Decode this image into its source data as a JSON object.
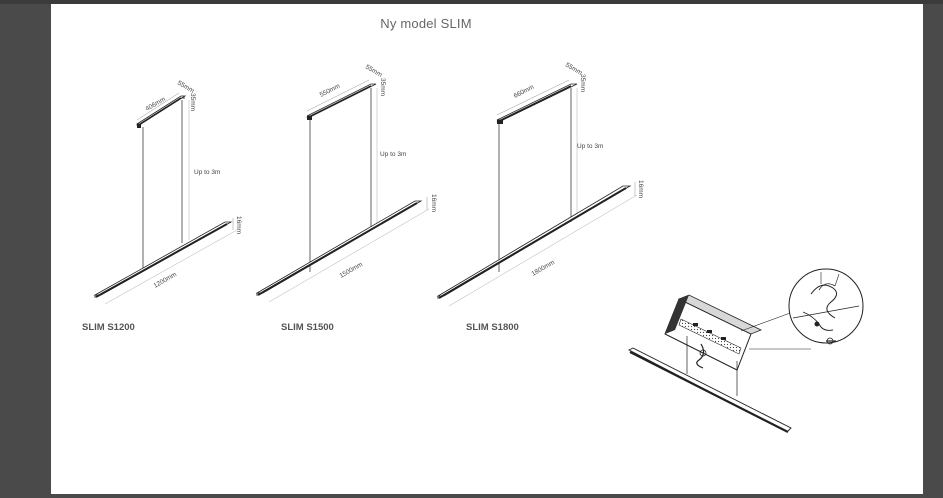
{
  "document": {
    "title": "Ny model  SLIM"
  },
  "fixtures": [
    {
      "model": "SLIM S1200",
      "canopy_length": "406mm",
      "canopy_width": "55mm",
      "canopy_height": "35mm",
      "suspension": "Up to 3m",
      "profile_height": "16mm",
      "length": "1200mm"
    },
    {
      "model": "SLIM S1500",
      "canopy_length": "550mm",
      "canopy_width": "55mm",
      "canopy_height": "35mm",
      "suspension": "Up to 3m",
      "profile_height": "16mm",
      "length": "1500mm"
    },
    {
      "model": "SLIM S1800",
      "canopy_length": "660mm",
      "canopy_width": "55mm",
      "canopy_height": "35mm",
      "suspension": "Up to 3m",
      "profile_height": "16mm",
      "length": "1800mm"
    }
  ]
}
